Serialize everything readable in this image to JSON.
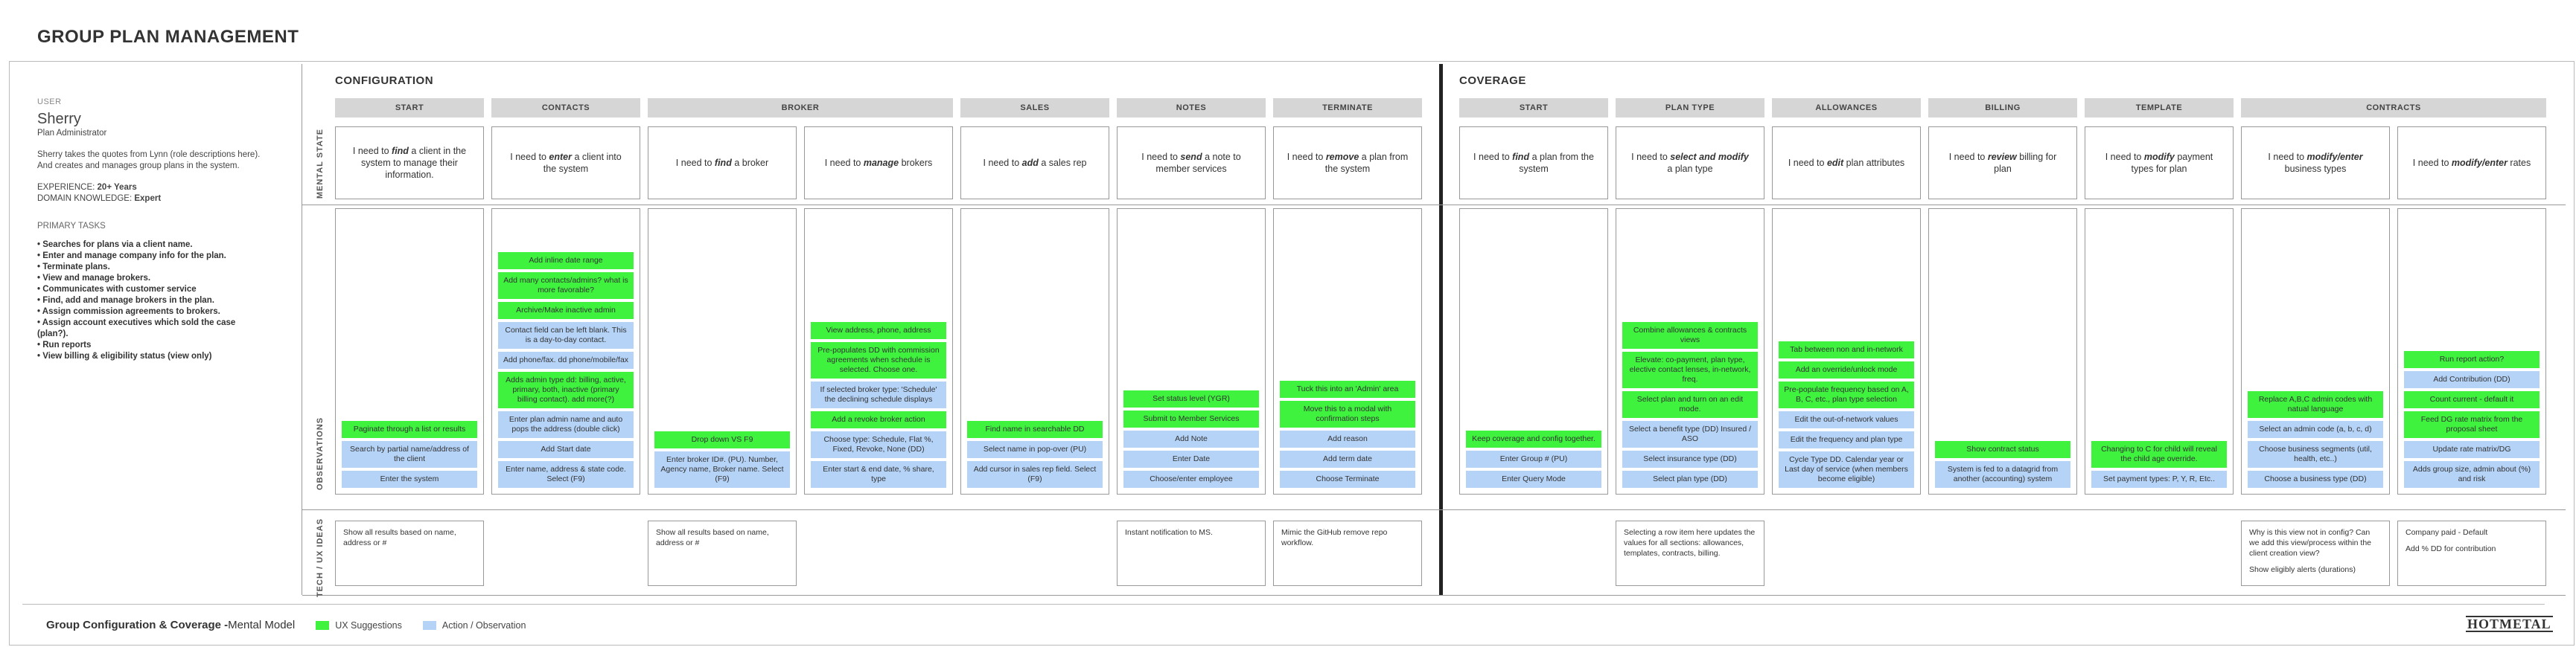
{
  "page_title": "GROUP PLAN MANAGEMENT",
  "user": {
    "label": "USER",
    "name": "Sherry",
    "role": "Plan Administrator",
    "description": "Sherry takes the quotes from Lynn (role descriptions here). And creates and manages group plans in the system.",
    "experience_label": "EXPERIENCE:",
    "experience_value": "20+ Years",
    "domain_label": "DOMAIN KNOWLEDGE:",
    "domain_value": "Expert",
    "primary_tasks_label": "PRIMARY TASKS",
    "tasks": [
      "Searches for plans via a client name.",
      "Enter and manage company info for the plan.",
      "Terminate plans.",
      "View and manage brokers.",
      "Communicates with customer service",
      "Find, add and manage brokers in the plan.",
      "Assign commission agreements to brokers.",
      "Assign account executives which sold the case (plan?).",
      "Run reports",
      "View billing & eligibility status (view only)"
    ]
  },
  "row_labels": {
    "mental_state": "MENTAL STATE",
    "observations": "OBSERVATIONS",
    "tech_ideas": "TECH / UX IDEAS"
  },
  "sections": {
    "configuration": "CONFIGURATION",
    "coverage": "COVERAGE"
  },
  "column_heads": {
    "config": [
      "START",
      "CONTACTS",
      "BROKER",
      "SALES",
      "NOTES",
      "TERMINATE"
    ],
    "coverage": [
      "START",
      "PLAN TYPE",
      "ALLOWANCES",
      "BILLING",
      "TEMPLATE",
      "CONTRACTS"
    ]
  },
  "mental_states": [
    {
      "pre": "I need to ",
      "em": "find",
      "post": " a client in the system to manage their information."
    },
    {
      "pre": "I need to ",
      "em": "enter",
      "post": " a client into the system"
    },
    {
      "pre": "I need to ",
      "em": "find",
      "post": " a broker"
    },
    {
      "pre": "I need to ",
      "em": "manage",
      "post": " brokers"
    },
    {
      "pre": "I need to ",
      "em": "add",
      "post": " a sales rep"
    },
    {
      "pre": "I need to ",
      "em": "send",
      "post": " a note to member services"
    },
    {
      "pre": "I need to ",
      "em": "remove",
      "post": " a plan from the system"
    },
    {
      "pre": "I need to ",
      "em": "find",
      "post": " a plan from the system"
    },
    {
      "pre": "I need to ",
      "em": "select and modify",
      "post": " a plan type"
    },
    {
      "pre": "I need to ",
      "em": "edit",
      "post": " plan attributes"
    },
    {
      "pre": "I need to ",
      "em": "review",
      "post": " billing for plan"
    },
    {
      "pre": "I need to ",
      "em": "modify",
      "post": " payment types for plan"
    },
    {
      "pre": "I need to ",
      "em": "modify/enter",
      "post": " business types"
    },
    {
      "pre": "I need to ",
      "em": "modify/enter",
      "post": " rates"
    }
  ],
  "observations": [
    [
      {
        "c": "g",
        "t": "Paginate through a list or results"
      },
      {
        "c": "b",
        "t": "Search by partial name/address of the client"
      },
      {
        "c": "b",
        "t": "Enter the system"
      }
    ],
    [
      {
        "c": "g",
        "t": "Add inline date range"
      },
      {
        "c": "g",
        "t": "Add many contacts/admins? what is more favorable?"
      },
      {
        "c": "g",
        "t": "Archive/Make inactive admin"
      },
      {
        "c": "b",
        "t": "Contact field can be left blank. This is a day-to-day contact."
      },
      {
        "c": "b",
        "t": "Add phone/fax. dd phone/mobile/fax"
      },
      {
        "c": "g",
        "t": "Adds admin type dd: billing, active, primary, both, inactive (primary billing contact). add more(?)"
      },
      {
        "c": "b",
        "t": "Enter plan admin name and auto pops the address (double click)"
      },
      {
        "c": "b",
        "t": "Add Start date"
      },
      {
        "c": "b",
        "t": "Enter name, address & state code. Select (F9)"
      }
    ],
    [
      {
        "c": "g",
        "t": "Drop down VS F9"
      },
      {
        "c": "b",
        "t": "Enter broker ID#. (PU). Number, Agency name, Broker name. Select (F9)"
      }
    ],
    [
      {
        "c": "g",
        "t": "View address, phone, address"
      },
      {
        "c": "g",
        "t": "Pre-populates DD with commission agreements when schedule is selected. Choose one."
      },
      {
        "c": "b",
        "t": "If selected broker type: 'Schedule' the declining schedule displays"
      },
      {
        "c": "g",
        "t": "Add a revoke broker action"
      },
      {
        "c": "b",
        "t": "Choose type: Schedule, Flat %, Fixed, Revoke, None (DD)"
      },
      {
        "c": "b",
        "t": "Enter start & end date, % share, type"
      }
    ],
    [
      {
        "c": "g",
        "t": "Find name in searchable DD"
      },
      {
        "c": "b",
        "t": "Select name in pop-over (PU)"
      },
      {
        "c": "b",
        "t": "Add cursor in sales rep field. Select (F9)"
      }
    ],
    [
      {
        "c": "g",
        "t": "Set status level (YGR)"
      },
      {
        "c": "g",
        "t": "Submit to Member Services"
      },
      {
        "c": "b",
        "t": "Add Note"
      },
      {
        "c": "b",
        "t": "Enter Date"
      },
      {
        "c": "b",
        "t": "Choose/enter employee"
      }
    ],
    [
      {
        "c": "g",
        "t": "Tuck this into an 'Admin' area"
      },
      {
        "c": "g",
        "t": "Move this to a modal with confirmation steps"
      },
      {
        "c": "b",
        "t": "Add reason"
      },
      {
        "c": "b",
        "t": "Add term date"
      },
      {
        "c": "b",
        "t": "Choose Terminate"
      }
    ],
    [
      {
        "c": "g",
        "t": "Keep coverage and config together."
      },
      {
        "c": "b",
        "t": "Enter Group # (PU)"
      },
      {
        "c": "b",
        "t": "Enter Query Mode"
      }
    ],
    [
      {
        "c": "g",
        "t": "Combine allowances & contracts views"
      },
      {
        "c": "g",
        "t": "Elevate: co-payment, plan type, elective contact lenses, in-network, freq."
      },
      {
        "c": "g",
        "t": "Select plan and turn on an edit mode."
      },
      {
        "c": "b",
        "t": "Select a benefit type (DD) Insured / ASO"
      },
      {
        "c": "b",
        "t": "Select insurance type (DD)"
      },
      {
        "c": "b",
        "t": "Select plan type (DD)"
      }
    ],
    [
      {
        "c": "g",
        "t": "Tab between non and in-network"
      },
      {
        "c": "g",
        "t": "Add an override/unlock mode"
      },
      {
        "c": "g",
        "t": "Pre-populate frequency based on A, B, C, etc., plan type selection"
      },
      {
        "c": "b",
        "t": "Edit the out-of-network values"
      },
      {
        "c": "b",
        "t": "Edit the frequency and plan type"
      },
      {
        "c": "b",
        "t": "Cycle Type DD. Calendar year or Last day of service (when members become eligible)"
      }
    ],
    [
      {
        "c": "g",
        "t": "Show contract status"
      },
      {
        "c": "b",
        "t": "System is fed to a datagrid from another (accounting) system"
      }
    ],
    [
      {
        "c": "g",
        "t": "Changing to C for child will reveal the child age override."
      },
      {
        "c": "b",
        "t": "Set payment types: P, Y, R, Etc.."
      }
    ],
    [
      {
        "c": "g",
        "t": "Replace A,B,C admin codes with natual language"
      },
      {
        "c": "b",
        "t": "Select an admin code (a, b, c, d)"
      },
      {
        "c": "b",
        "t": "Choose business segments (util, health, etc..)"
      },
      {
        "c": "b",
        "t": "Choose a business type (DD)"
      }
    ],
    [
      {
        "c": "g",
        "t": "Run report action?"
      },
      {
        "c": "b",
        "t": "Add Contribution (DD)"
      },
      {
        "c": "g",
        "t": "Count current - default it"
      },
      {
        "c": "g",
        "t": "Feed DG rate matrix from the proposal sheet"
      },
      {
        "c": "b",
        "t": "Update rate matrix/DG"
      },
      {
        "c": "b",
        "t": "Adds group size, admin about (%) and risk"
      }
    ]
  ],
  "tech_ideas": {
    "start": [
      "Show all results based on name, address or #"
    ],
    "broker": [
      "Show all results based on name, address or #"
    ],
    "notes": [
      "Instant notification to MS."
    ],
    "terminate": [
      "Mimic the GitHub remove repo workflow."
    ],
    "plan_type": [
      "Selecting a row item here updates the values for all sections: allowances, templates, contracts, billing."
    ],
    "contracts_a": [
      "Why is this view not in config? Can we add this view/process within the client creation view?",
      "Show eligibly alerts (durations)"
    ],
    "contracts_b": [
      "Company paid - Default",
      "Add % DD for contribution"
    ]
  },
  "footer": {
    "title_bold": "Group Configuration & Coverage - ",
    "title_normal": "Mental Model",
    "legend_green": "UX Suggestions",
    "legend_blue": "Action / Observation",
    "logo": "HOTMETAL"
  },
  "colors": {
    "green": "#3ef23e",
    "blue": "#b5d3f7",
    "header_gray": "#d6d6d6"
  }
}
